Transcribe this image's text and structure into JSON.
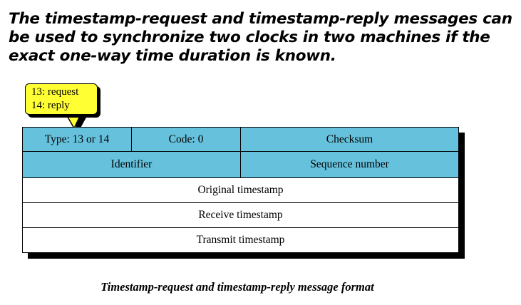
{
  "heading": {
    "lines": [
      "The timestamp-request and timestamp-reply messages can",
      "be used to synchronize two clocks in two machines if the",
      "exact one-way time duration is known."
    ]
  },
  "callout": {
    "lines": [
      "13: request",
      "14: reply"
    ]
  },
  "message_format": {
    "row1": {
      "type": "Type: 13 or 14",
      "code": "Code: 0",
      "checksum": "Checksum"
    },
    "row2": {
      "identifier": "Identifier",
      "sequence": "Sequence number"
    },
    "row3": "Original timestamp",
    "row4": "Receive timestamp",
    "row5": "Transmit timestamp"
  },
  "caption": "Timestamp-request and timestamp-reply message format",
  "colors": {
    "header_fill": "#66c1dc",
    "callout_fill": "#ffff33"
  }
}
